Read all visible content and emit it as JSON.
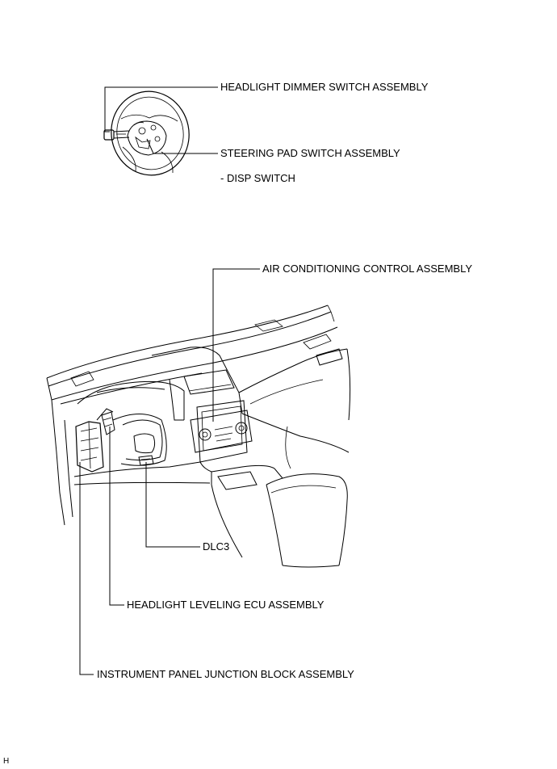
{
  "labels": {
    "headlight_dimmer_switch": "HEADLIGHT DIMMER SWITCH ASSEMBLY",
    "steering_pad_switch": "STEERING PAD SWITCH ASSEMBLY",
    "disp_switch": "- DISP SWITCH",
    "air_conditioning_control": "AIR CONDITIONING CONTROL ASSEMBLY",
    "dlc3": "DLC3",
    "headlight_leveling_ecu": "HEADLIGHT LEVELING ECU ASSEMBLY",
    "instrument_panel_junction_block": "INSTRUMENT PANEL JUNCTION BLOCK ASSEMBLY"
  },
  "figure_code": "H"
}
